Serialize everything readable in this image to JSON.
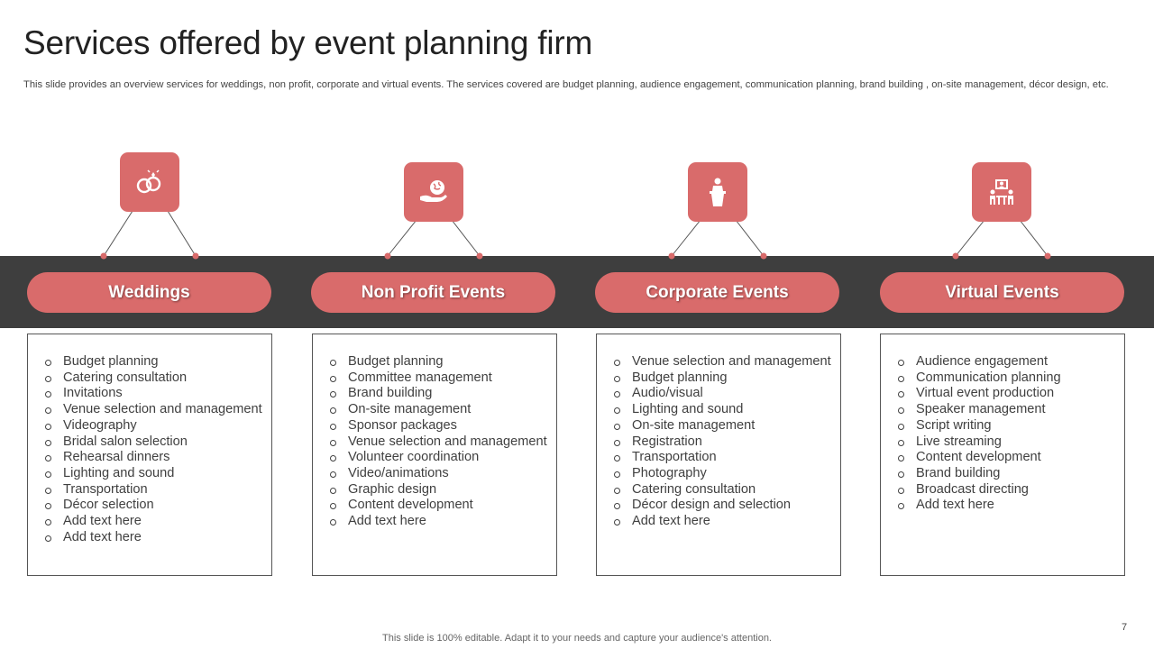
{
  "slide": {
    "title": "Services offered by event planning firm",
    "subtitle": "This slide provides an overview services for weddings, non profit, corporate and virtual events. The services covered are budget planning, audience engagement, communication planning, brand building , on-site management, décor design, etc.",
    "footer": "This slide is 100% editable. Adapt it to your needs and capture your audience's attention.",
    "page_number": "7"
  },
  "colors": {
    "accent": "#d96b6b",
    "band": "#3e3e3e",
    "text": "#404040"
  },
  "columns": [
    {
      "icon": "wedding-rings-icon",
      "label": "Weddings",
      "items": [
        "Budget planning",
        "Catering consultation",
        "Invitations",
        "Venue selection and management",
        "Videography",
        "Bridal salon selection",
        "Rehearsal dinners",
        "Lighting and sound",
        "Transportation",
        "Décor selection",
        "Add text here",
        "Add text here"
      ]
    },
    {
      "icon": "hand-globe-icon",
      "label": "Non Profit Events",
      "items": [
        "Budget planning",
        "Committee management",
        "Brand building",
        "On-site management",
        "Sponsor packages",
        "Venue selection and management",
        "Volunteer coordination",
        "Video/animations",
        "Graphic design",
        "Content development",
        "Add text here"
      ]
    },
    {
      "icon": "speaker-podium-icon",
      "label": "Corporate Events",
      "items": [
        "Venue selection and management",
        "Budget planning",
        "Audio/visual",
        "Lighting and sound",
        "On-site management",
        "Registration",
        "Transportation",
        "Photography",
        "Catering consultation",
        "Décor design and selection",
        "Add text here"
      ]
    },
    {
      "icon": "video-conference-icon",
      "label": "Virtual Events",
      "items": [
        "Audience engagement",
        "Communication planning",
        "Virtual event production",
        "Speaker management",
        "Script writing",
        "Live streaming",
        "Content development",
        "Brand building",
        "Broadcast directing",
        "Add text here"
      ]
    }
  ]
}
